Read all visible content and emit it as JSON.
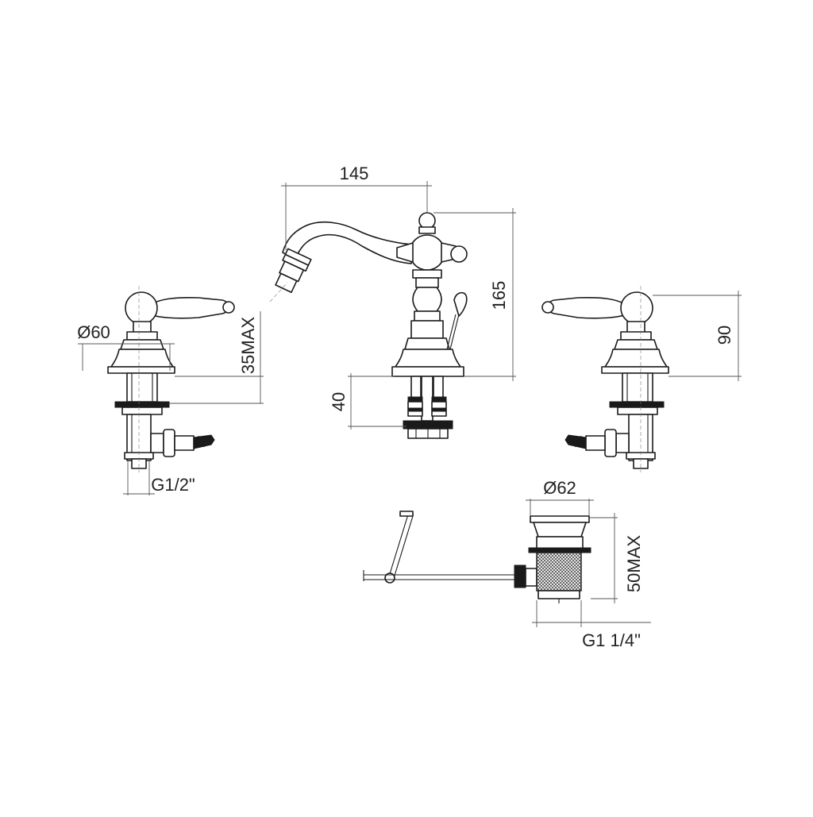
{
  "dimensions": {
    "spout_reach": "145",
    "mixer_height": "165",
    "mixer_base_depth": "40",
    "left_valve_diameter": "Ø60",
    "left_valve_max": "35MAX",
    "left_inlet_thread": "G1/2\"",
    "right_valve_height": "90",
    "waste_diameter": "Ø62",
    "waste_max": "50MAX",
    "waste_thread": "G1 1/4\""
  },
  "colors": {
    "line": "#1a1a1a",
    "dimension_line": "#555555",
    "background": "#ffffff"
  }
}
